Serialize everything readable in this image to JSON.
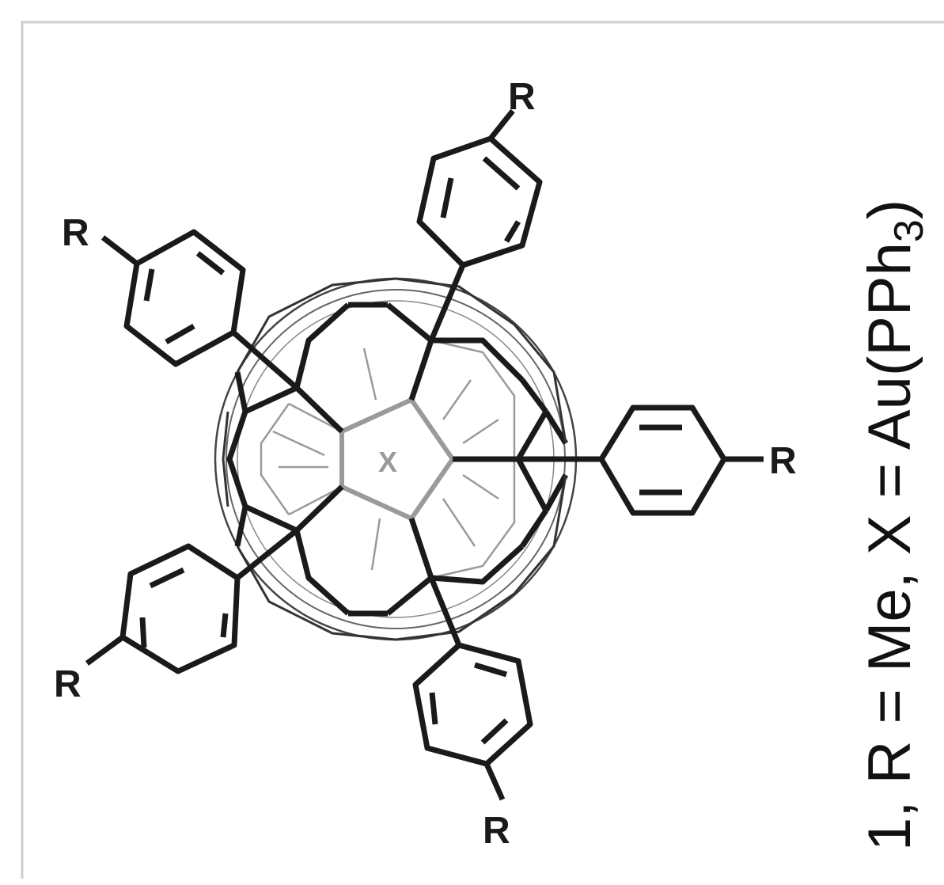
{
  "figure": {
    "substituent_label": "R",
    "core_label": "X",
    "caption": {
      "compound_number": "1",
      "separator": ", ",
      "r_definition": "R = Me",
      "x_prefix": ", X = Au(PPh",
      "x_subscript": "3",
      "x_suffix": ")"
    }
  },
  "colors": {
    "bond": "#1a1a1a",
    "back_bond": "#9a9a9a",
    "frame_border": "#cfcfcf"
  }
}
